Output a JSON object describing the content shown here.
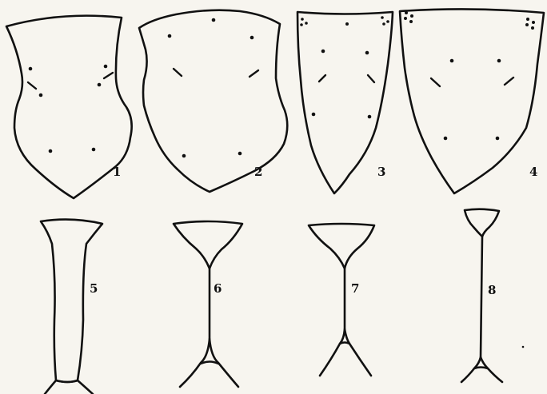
{
  "figure_labels": [
    "1",
    "2",
    "3",
    "4",
    "5",
    "6",
    "7",
    "8"
  ]
}
